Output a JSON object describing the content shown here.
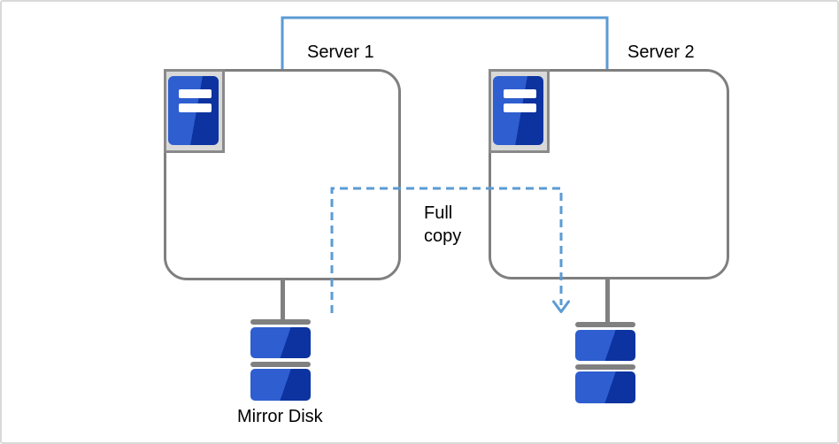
{
  "diagram": {
    "server1": {
      "label": "Server 1"
    },
    "server2": {
      "label": "Server 2"
    },
    "arrow": {
      "label": "Full copy"
    },
    "disk": {
      "label": "Mirror Disk"
    },
    "icons": {
      "server": "server-icon",
      "disk": "mirror-disk-icon",
      "arrow_head": "arrow-down-icon"
    }
  },
  "colors": {
    "connector_blue": "#5b9bd5",
    "box_border": "#7f7f7f",
    "gray": "#808080",
    "disk_light": "#2e5ed0",
    "disk_dark": "#0c33a0",
    "icon_frame_fill": "#d9d9d9",
    "icon_frame_border": "#8a8a8a",
    "canvas_border": "#d9d9d9",
    "text": "#000000"
  }
}
